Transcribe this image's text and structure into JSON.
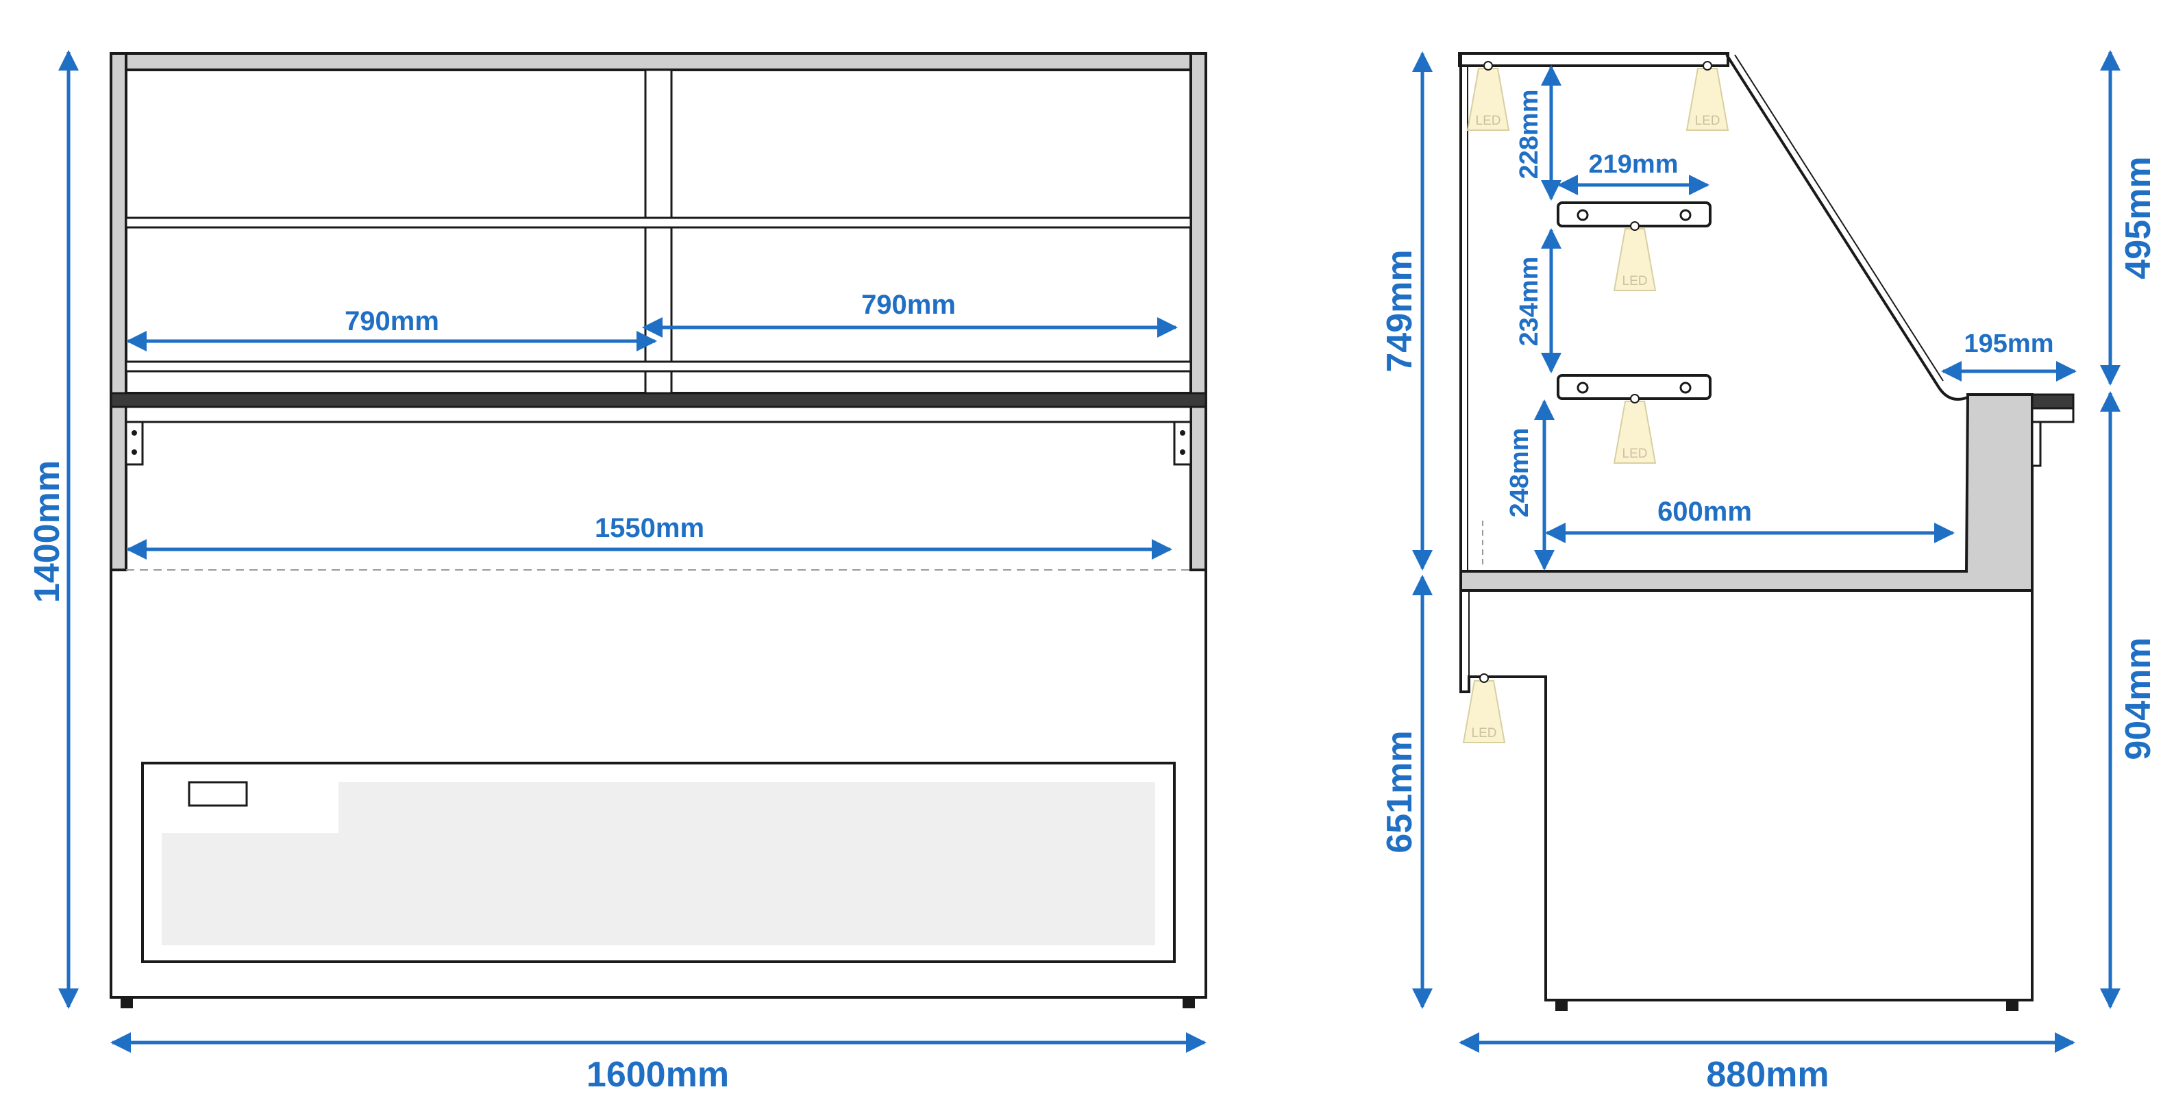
{
  "front_view": {
    "overall_width": "1600mm",
    "overall_height": "1400mm",
    "shelf_left_width": "790mm",
    "shelf_right_width": "790mm",
    "interior_width": "1550mm"
  },
  "side_view": {
    "overall_depth": "880mm",
    "upper_height": "749mm",
    "lower_height": "651mm",
    "right_upper_height": "495mm",
    "right_lower_height": "904mm",
    "top_gap": "228mm",
    "shelf_depth": "219mm",
    "middle_gap": "234mm",
    "bottom_gap": "248mm",
    "base_depth": "600mm",
    "counter_depth": "195mm",
    "led_label": "LED"
  },
  "colors": {
    "dimension": "#1f6fc4",
    "line": "#1a1a1a",
    "panel": "#cfcfcf",
    "led": "#fbf3cf"
  }
}
